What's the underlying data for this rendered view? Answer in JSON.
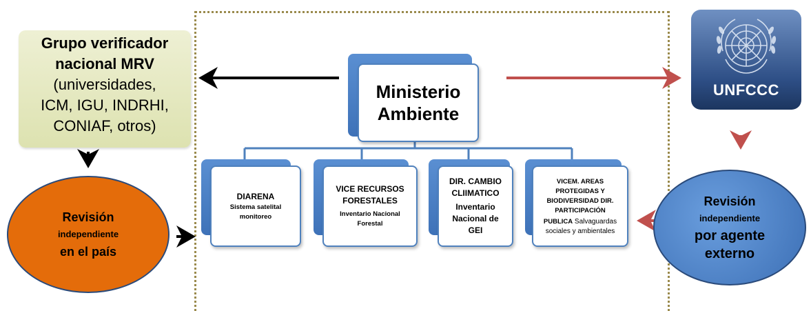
{
  "grupo": {
    "title_line1": "Grupo verificador",
    "title_line2": "nacional MRV",
    "line3": "(universidades,",
    "line4": "ICM, IGU, INDRHI,",
    "line5": "CONIAF, otros)"
  },
  "ministerio": {
    "line1": "Ministerio",
    "line2": "Ambiente"
  },
  "children": [
    {
      "title": "DIARENA",
      "subtitle": "Sistema satelital monitoreo"
    },
    {
      "title_line1": "VICE RECURSOS",
      "title_line2": "FORESTALES",
      "subtitle": "Inventario Nacional Forestal"
    },
    {
      "title_line1": "DIR. CAMBIO",
      "title_line2": "CLIIMATICO",
      "body_line1": "Inventario",
      "body_line2": "Nacional de",
      "body_line3": "GEI"
    },
    {
      "line1": "VICEM. AREAS",
      "line2": "PROTEGIDAS Y",
      "line3": "BIODIVERSIDAD DIR.",
      "line4": "PARTICIPACIÓN",
      "line5_bold": "PUBLICA",
      "line5_rest": " Salvaguardas",
      "line6": "sociales y ambientales"
    }
  ],
  "revision_pais": {
    "line1": "Revisión",
    "line2": "independiente",
    "line3": "en el país"
  },
  "revision_externo": {
    "line1": "Revisión",
    "line2": "independiente",
    "line3": "por agente",
    "line4": "externo"
  },
  "logo": {
    "text": "UNFCCC",
    "icon": "un-emblem-icon"
  },
  "colors": {
    "arrow_black": "#000000",
    "arrow_red": "#c0504d",
    "connector_blue": "#4f81bd",
    "frame_dotted": "#9a8a4c",
    "oval_orange": "#e46c0a",
    "oval_blue": "#4f81bd"
  }
}
